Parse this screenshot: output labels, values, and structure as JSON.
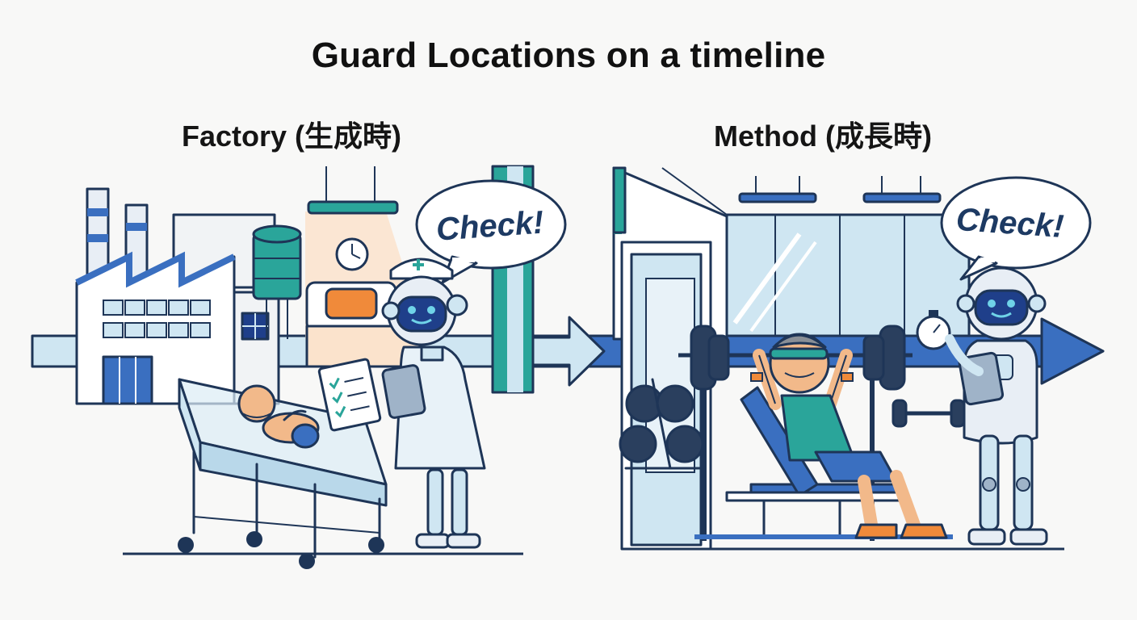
{
  "title": "Guard Locations on a timeline",
  "panels": {
    "factory": {
      "label": "Factory (生成時)",
      "speech": "Check!"
    },
    "method": {
      "label": "Method (成長時)",
      "speech": "Check!"
    }
  },
  "colors": {
    "outline": "#1e3557",
    "navy": "#1f3f8a",
    "blue": "#3a6fc0",
    "light_blue": "#cfe6f2",
    "teal": "#2aa59a",
    "orange": "#f08a3a",
    "skin": "#f2b98a",
    "background": "#f8f8f7"
  },
  "icons": [
    "factory-icon",
    "clock-icon",
    "crib-icon",
    "baby-icon",
    "nurse-robot-icon",
    "clipboard-icon",
    "tablet-icon",
    "barbell-icon",
    "dumbbell-icon",
    "stopwatch-icon",
    "trainer-robot-icon",
    "arrow-right-icon"
  ]
}
